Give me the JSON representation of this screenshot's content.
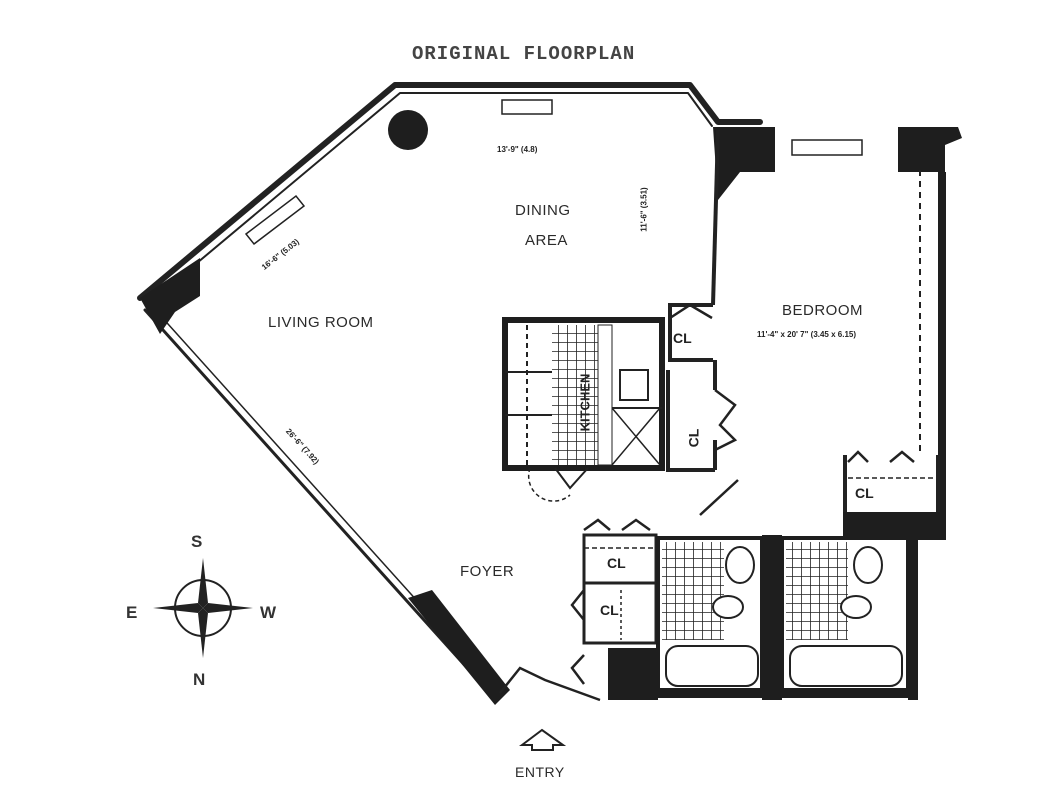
{
  "title": "ORIGINAL FLOORPLAN",
  "rooms": {
    "living_room": {
      "label": "LIVING ROOM",
      "dim_window": "16'-6\" (5.03)",
      "dim_wall": "26'-6\" (7.92)"
    },
    "dining_area": {
      "label_1": "DINING",
      "label_2": "AREA",
      "dim_width": "13'-9\" (4.8)",
      "dim_depth": "11'-6\" (3.51)"
    },
    "bedroom": {
      "label": "BEDROOM",
      "dim": "11'-4\" x 20' 7\" (3.45 x 6.15)"
    },
    "kitchen": {
      "label": "KITCHEN"
    },
    "foyer": {
      "label": "FOYER"
    },
    "closets": [
      "CL",
      "CL",
      "CL",
      "CL",
      "CL"
    ]
  },
  "compass": {
    "north": "N",
    "south": "S",
    "east": "E",
    "west": "W"
  },
  "entry": {
    "label": "ENTRY",
    "icon": "entry-arrow-icon"
  },
  "colors": {
    "wall": "#1e1e1e",
    "line": "#222222",
    "background": "#ffffff"
  }
}
